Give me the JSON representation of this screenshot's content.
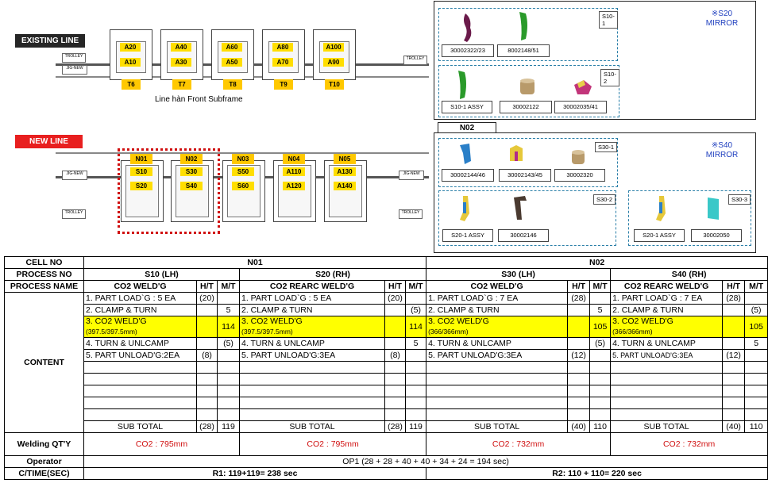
{
  "layout_top": {
    "existing_line_label": "EXISTING LINE",
    "new_line_label": "NEW LINE",
    "line_caption": "Line hàn Front Subframe",
    "existing_cells": [
      {
        "top": "A20",
        "bottom": "A10",
        "tag": "T6"
      },
      {
        "top": "A40",
        "bottom": "A30",
        "tag": "T7"
      },
      {
        "top": "A60",
        "bottom": "A50",
        "tag": "T8"
      },
      {
        "top": "A80",
        "bottom": "A70",
        "tag": "T9"
      },
      {
        "top": "A100",
        "bottom": "A90",
        "tag": "T10"
      }
    ],
    "new_cells": [
      {
        "head": "N01",
        "top": "S10",
        "bottom": "S20"
      },
      {
        "head": "N02",
        "top": "S30",
        "bottom": "S40"
      },
      {
        "head": "N03",
        "top": "S50",
        "bottom": "S60"
      },
      {
        "head": "N04",
        "top": "A110",
        "bottom": "A120"
      },
      {
        "head": "N05",
        "top": "A130",
        "bottom": "A140"
      }
    ],
    "trolley": "TROLLEY",
    "jig": "JIG-NEW"
  },
  "parts_panels": {
    "top_panel": {
      "mirror": "※S20\nMIRROR",
      "s10_1": {
        "tag": "S10-1",
        "parts": [
          "30002322/23",
          "8002148/51"
        ]
      },
      "s10_2": {
        "tag": "S10-2",
        "parts": [
          "S10-1 ASSY",
          "30002122",
          "30002035/41"
        ]
      }
    },
    "n02_label": "N02",
    "bottom_panel": {
      "mirror": "※S40\nMIRROR",
      "s30_1": {
        "tag": "S30-1",
        "parts": [
          "30002144/46",
          "30002143/45",
          "30002320"
        ]
      },
      "s30_2": {
        "tag": "S30-2",
        "parts": [
          "S20-1 ASSY",
          "30002146"
        ]
      },
      "s30_3": {
        "tag": "S30-3",
        "parts": [
          "S20-1 ASSY",
          "30002050"
        ]
      }
    }
  },
  "table": {
    "row_labels": {
      "cell_no": "CELL NO",
      "process_no": "PROCESS NO",
      "process_name": "PROCESS NAME",
      "content": "CONTENT",
      "welding_qty": "Welding QT'Y",
      "operator": "Operator",
      "ctime": "C/TIME(SEC)"
    },
    "cells": [
      "N01",
      "N02"
    ],
    "ht": "H/T",
    "mt": "M/T",
    "sub_total": "SUB TOTAL",
    "processes": [
      {
        "no": "S10 (LH)",
        "name": "CO2 WELD'G",
        "rows": [
          {
            "text": "1. PART LOAD`G : 5 EA",
            "ht": "(20)",
            "mt": ""
          },
          {
            "text": "2. CLAMP & TURN",
            "ht": "",
            "mt": "5"
          },
          {
            "text": "3. CO2 WELD'G",
            "sub": "(397.5/397.5mm)",
            "ht": "",
            "mt": "114"
          },
          {
            "text": "4. TURN & UNLCAMP",
            "ht": "",
            "mt": "(5)"
          },
          {
            "text": "5. PART UNLOAD'G:2EA",
            "ht": "(8)",
            "mt": ""
          }
        ],
        "sub_ht": "(28)",
        "sub_mt": "119",
        "weld": "CO2 : 795mm"
      },
      {
        "no": "S20 (RH)",
        "name": "CO2 REARC  WELD'G",
        "rows": [
          {
            "text": "1. PART LOAD`G : 5 EA",
            "ht": "(20)",
            "mt": ""
          },
          {
            "text": "2. CLAMP & TURN",
            "ht": "",
            "mt": "(5)"
          },
          {
            "text": "3. CO2 WELD'G",
            "sub": "(397.5/397.5mm)",
            "ht": "",
            "mt": "114"
          },
          {
            "text": "4. TURN & UNLCAMP",
            "ht": "",
            "mt": "5"
          },
          {
            "text": "5. PART UNLOAD'G:3EA",
            "ht": "(8)",
            "mt": ""
          }
        ],
        "sub_ht": "(28)",
        "sub_mt": "119",
        "weld": "CO2 : 795mm"
      },
      {
        "no": "S30 (LH)",
        "name": "CO2 WELD'G",
        "rows": [
          {
            "text": "1. PART LOAD`G : 7 EA",
            "ht": "(28)",
            "mt": ""
          },
          {
            "text": "2. CLAMP & TURN",
            "ht": "",
            "mt": "5"
          },
          {
            "text": "3. CO2 WELD'G",
            "sub": "(366/366mm)",
            "ht": "",
            "mt": "105"
          },
          {
            "text": "4. TURN & UNLCAMP",
            "ht": "",
            "mt": "(5)"
          },
          {
            "text": "5. PART UNLOAD'G:3EA",
            "ht": "(12)",
            "mt": ""
          }
        ],
        "sub_ht": "(40)",
        "sub_mt": "110",
        "weld": "CO2 : 732mm"
      },
      {
        "no": "S40 (RH)",
        "name": "CO2 REARC  WELD'G",
        "rows": [
          {
            "text": "1. PART LOAD`G : 7 EA",
            "ht": "(28)",
            "mt": ""
          },
          {
            "text": "2. CLAMP & TURN",
            "ht": "",
            "mt": "(5)"
          },
          {
            "text": "3. CO2 WELD'G",
            "sub": "(366/366mm)",
            "ht": "",
            "mt": "105"
          },
          {
            "text": "4. TURN & UNLCAMP",
            "ht": "",
            "mt": "5"
          },
          {
            "text": "5. PART UNLOAD'G:3EA",
            "ht": "(12)",
            "mt": ""
          }
        ],
        "sub_ht": "(40)",
        "sub_mt": "110",
        "weld": "CO2 : 732mm"
      }
    ],
    "operator": "OP1 (28 + 28 + 40 + 40 + 34 + 24 = 194 sec)",
    "ctime_r1": "R1: 119+119= 238 sec",
    "ctime_r2": "R2: 110 + 110= 220 sec"
  }
}
